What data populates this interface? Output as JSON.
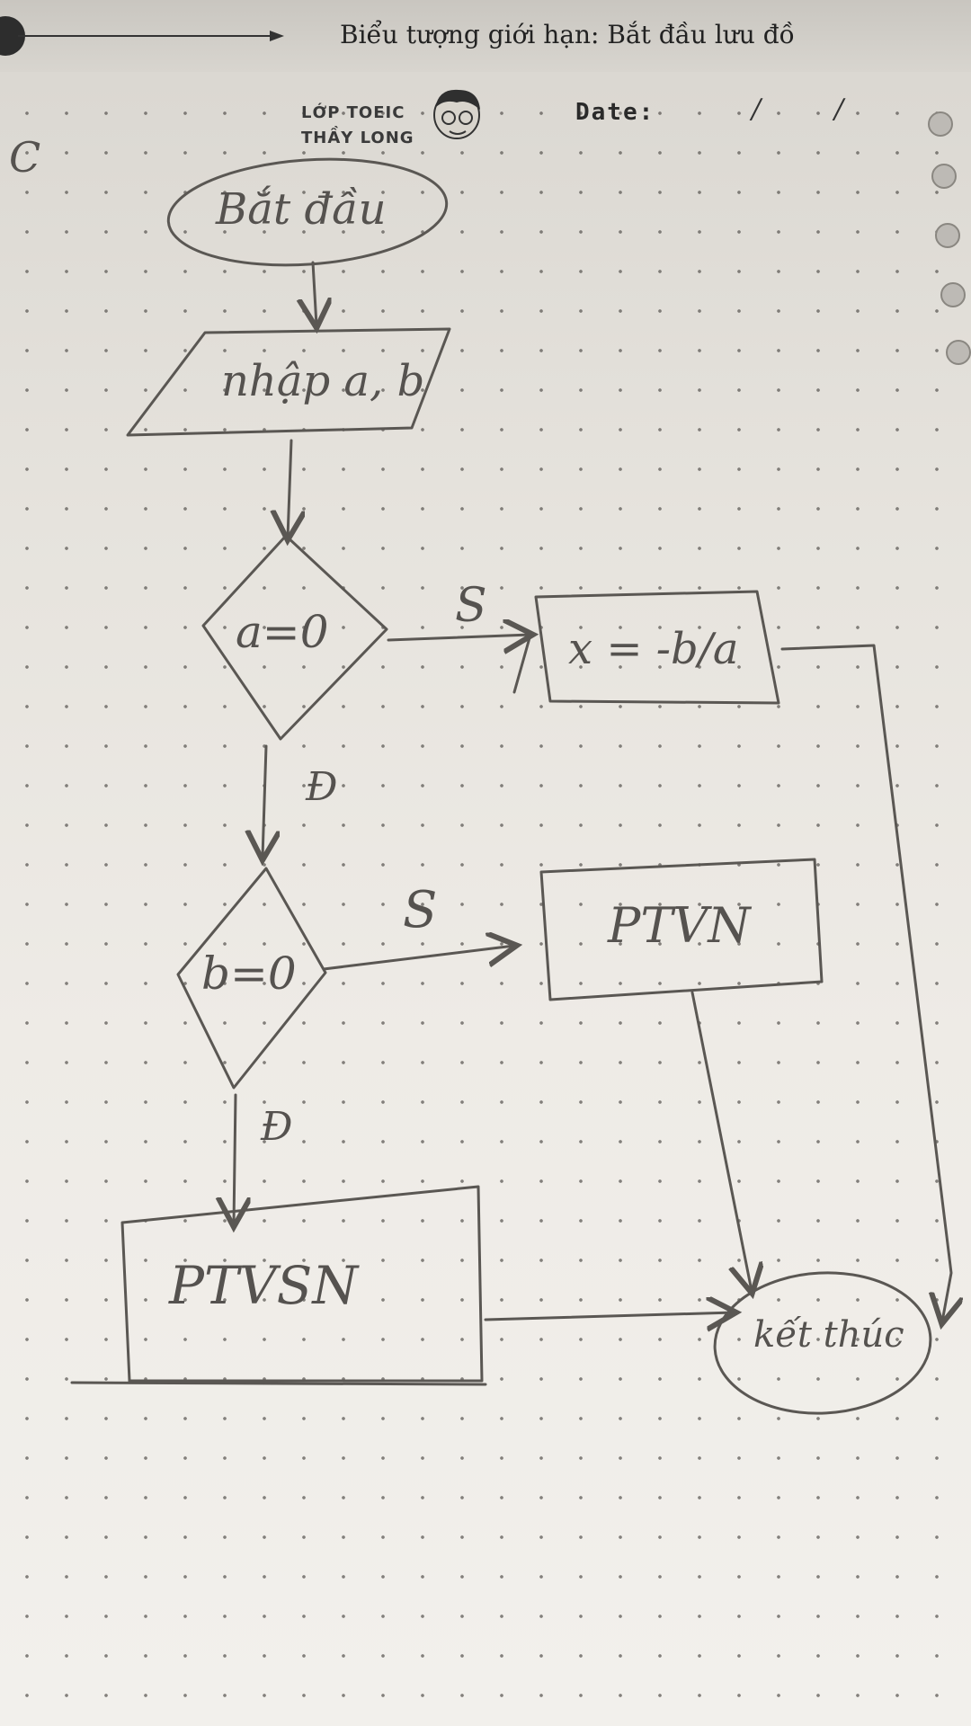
{
  "header": {
    "caption": "Biểu tượng giới hạn: Bắt đầu lưu đồ",
    "brand_line1": "LỚP TOEIC",
    "brand_line2": "THẦY LONG",
    "date_label": "Date:",
    "date_sep1": "/",
    "date_sep2": "/"
  },
  "margin_note": "C",
  "flowchart": {
    "start": "Bắt đầu",
    "input": "nhập a, b",
    "decision_a": "a=0",
    "decision_b": "b=0",
    "process_x": "x = -b/a",
    "process_ptvn": "PTVN",
    "process_ptvsn": "PTVSN",
    "end": "kết thúc",
    "edge_yes_a": "S",
    "edge_no_a": "Đ",
    "edge_yes_b": "S",
    "edge_no_b": "Đ"
  },
  "colors": {
    "ink": "#5a5753",
    "paper": "#ebe8e3"
  }
}
